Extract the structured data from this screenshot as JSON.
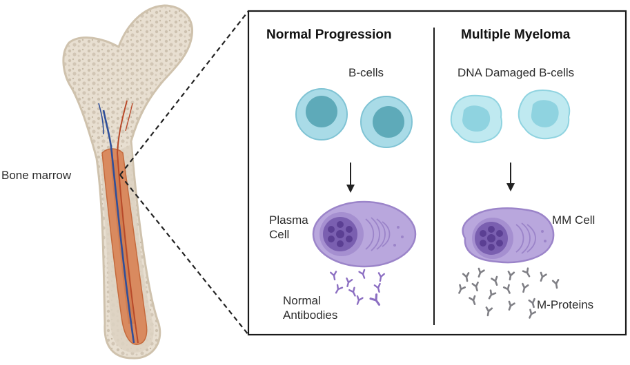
{
  "labels": {
    "bone_marrow": "Bone marrow",
    "normal_header": "Normal Progression",
    "myeloma_header": "Multiple Myeloma",
    "b_cells": "B-cells",
    "dna_damaged": "DNA Damaged B-cells",
    "plasma_cell": "Plasma Cell",
    "mm_cell": "MM Cell",
    "normal_antibodies": "Normal Antibodies",
    "m_proteins": "M-Proteins"
  },
  "colors": {
    "bone": "#e6dccd",
    "bone_edge": "#cfc2ad",
    "bone_speckle": "#cbbfae",
    "marrow": "#d98a5f",
    "marrow_dark": "#c46a3d",
    "vessel_blue": "#2f4f9a",
    "vessel_red": "#b84a2a",
    "b_cell": "#a9dbe7",
    "b_cell_edge": "#7fc3d4",
    "b_cell_nucleus": "#5eaab9",
    "damaged_cell": "#bfe9f0",
    "damaged_nucleus": "#8fd3e0",
    "plasma": "#b9a7dd",
    "plasma_edge": "#9b84c9",
    "plasma_nucleus": "#7a5fb0",
    "antibody_normal": "#8c6fc2",
    "antibody_mm": "#7f7f85",
    "box_border": "#1a1a1a"
  },
  "icons": {
    "bone": "femur-bone-icon",
    "b_cell": "b-cell-icon",
    "damaged_b_cell": "damaged-b-cell-icon",
    "plasma_cell": "plasma-cell-icon",
    "mm_cell": "mm-cell-icon",
    "antibody": "antibody-icon",
    "arrow": "arrow-down-icon"
  }
}
